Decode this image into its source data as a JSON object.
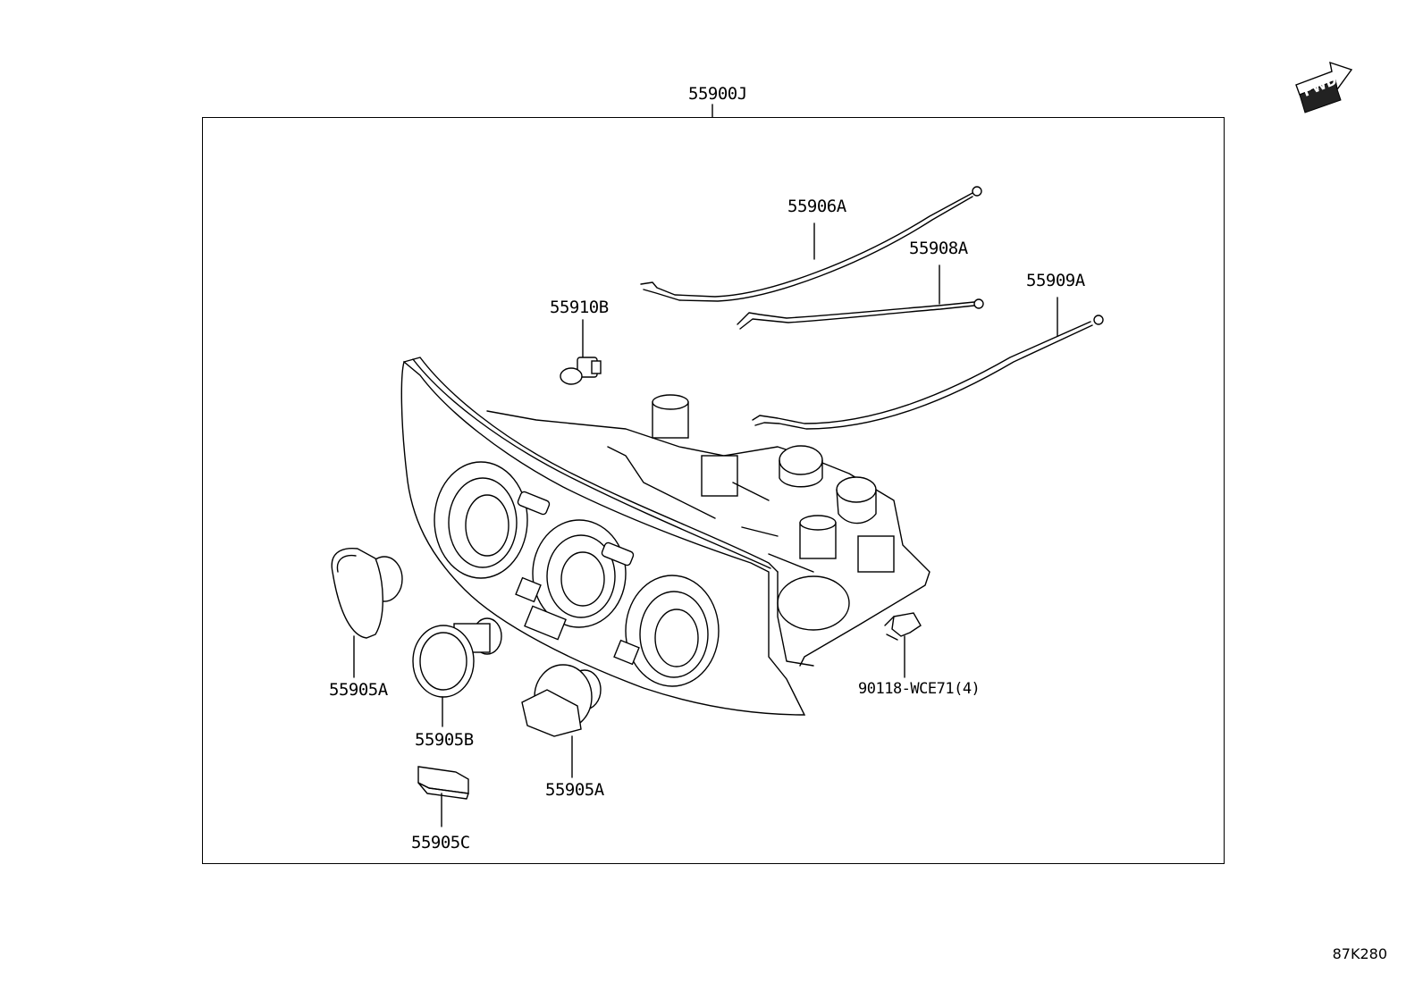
{
  "diagram": {
    "assembly_label": "55900J",
    "parts": [
      {
        "id": "cable-55906a",
        "label": "55906A"
      },
      {
        "id": "cable-55908a",
        "label": "55908A"
      },
      {
        "id": "cable-55909a",
        "label": "55909A"
      },
      {
        "id": "bulb-55910b",
        "label": "55910B"
      },
      {
        "id": "knob-55905a-left",
        "label": "55905A"
      },
      {
        "id": "knob-55905b",
        "label": "55905B"
      },
      {
        "id": "knob-55905a-right",
        "label": "55905A"
      },
      {
        "id": "cap-55905c",
        "label": "55905C"
      },
      {
        "id": "clip-90118",
        "label": "90118-WCE71(4)"
      }
    ],
    "fwd_label": "FWD",
    "diagram_code": "87K280"
  }
}
